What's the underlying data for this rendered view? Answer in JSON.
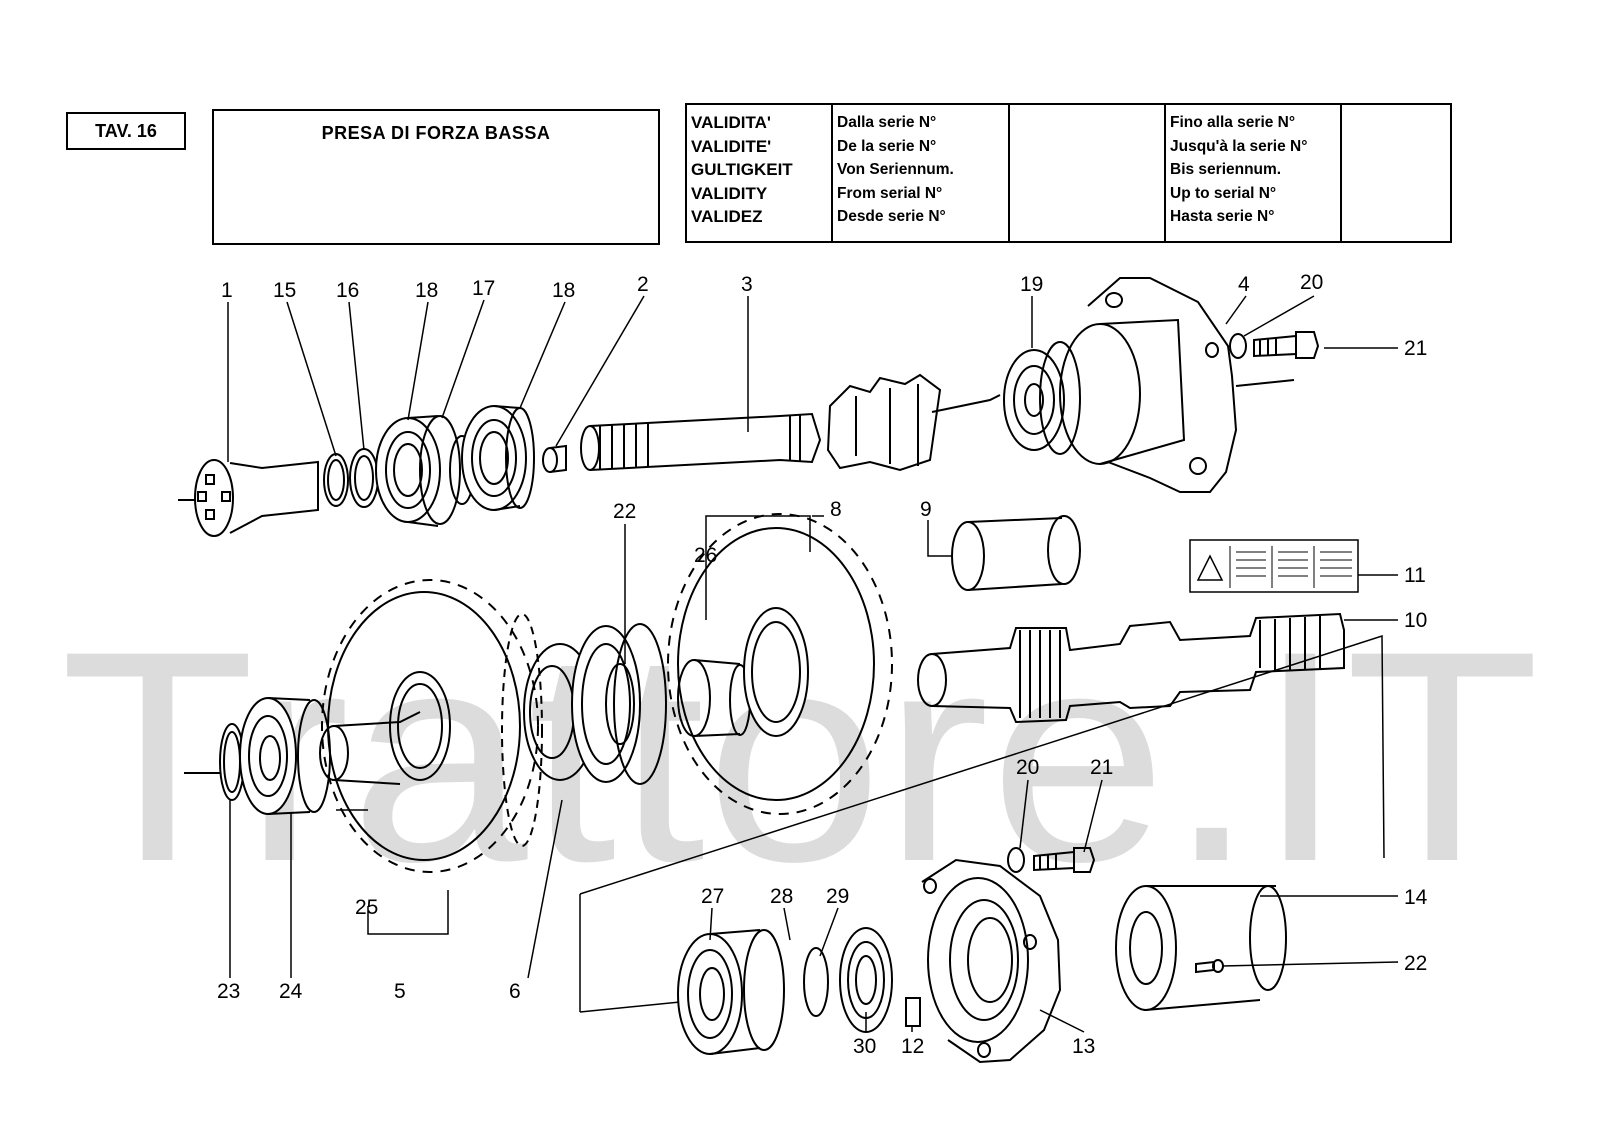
{
  "header": {
    "table_label": "TAV. 16",
    "title": "PRESA DI FORZA BASSA"
  },
  "validity": {
    "labels": [
      "VALIDITA'",
      "VALIDITE'",
      "GULTIGKEIT",
      "VALIDITY",
      "VALIDEZ"
    ],
    "from": [
      "Dalla serie N°",
      "De la serie N°",
      "Von Seriennum.",
      "From serial N°",
      "Desde serie N°"
    ],
    "from_value": "",
    "to": [
      "Fino alla serie N°",
      "Jusqu'à la serie N°",
      "Bis seriennum.",
      "Up to serial N°",
      "Hasta serie N°"
    ],
    "to_value": ""
  },
  "watermark": "Trattore.IT",
  "callouts": [
    "1",
    "15",
    "16",
    "18",
    "17",
    "18",
    "2",
    "3",
    "19",
    "4",
    "20",
    "21",
    "22",
    "8",
    "26",
    "9",
    "11",
    "10",
    "20",
    "21",
    "25",
    "5",
    "6",
    "23",
    "24",
    "27",
    "28",
    "29",
    "30",
    "12",
    "13",
    "14",
    "22"
  ]
}
